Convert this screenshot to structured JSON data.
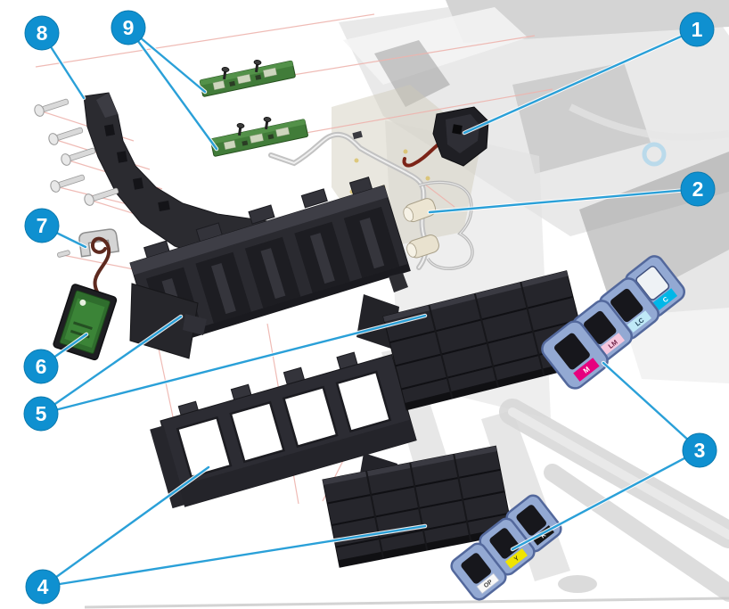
{
  "callouts": [
    {
      "number": "1"
    },
    {
      "number": "2"
    },
    {
      "number": "3"
    },
    {
      "number": "4"
    },
    {
      "number": "5"
    },
    {
      "number": "6"
    },
    {
      "number": "7"
    },
    {
      "number": "8"
    },
    {
      "number": "9"
    }
  ],
  "ink_labels": {
    "upper": [
      "M",
      "LM",
      "LC",
      "C"
    ],
    "lower": [
      "OP",
      "Y",
      "K"
    ]
  },
  "colors": {
    "callout_fill": "#0f90d0",
    "callout_ring": "#0b79ae",
    "leader_line": "#2aa0d8",
    "guide_line": "#eeb4ae",
    "part_dark": "#2a2a30",
    "pcb_green": "#417c39",
    "frame_blue": "#93a9d3",
    "frame_blue_border": "#53689c",
    "label_magenta": "#e6007e",
    "label_light_magenta": "#f6c7de",
    "label_light_cyan": "#bfe9f7",
    "label_cyan": "#00b7e8",
    "label_yellow": "#f0e400",
    "label_black": "#141414",
    "label_white": "#f8f8f8"
  }
}
